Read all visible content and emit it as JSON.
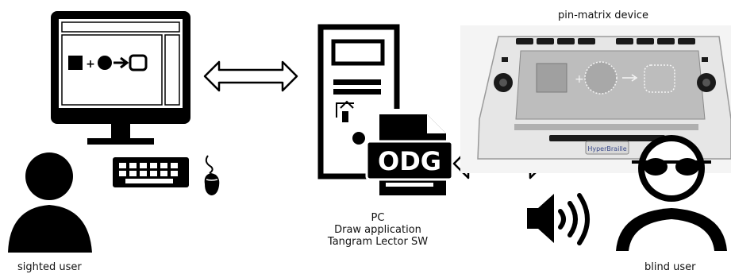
{
  "labels": {
    "sighted_user": "sighted user",
    "blind_user": "blind user",
    "device": "pin-matrix device",
    "pc_lines": [
      "PC",
      "Draw application",
      "Tangram Lector SW"
    ]
  },
  "file_badge": {
    "text": "ODG"
  },
  "device_brand": {
    "text": "HyperBraille"
  },
  "colors": {
    "ink": "#000000",
    "paper": "#ffffff",
    "device_body": "#e6e6e6",
    "device_surface": "#bdbdbd"
  },
  "icons": [
    "monitor-icon",
    "keyboard-icon",
    "mouse-icon",
    "person-icon",
    "pc-tower-icon",
    "document-icon",
    "pin-matrix-device-icon",
    "speaker-icon",
    "blind-person-icon",
    "double-arrow-icon"
  ]
}
